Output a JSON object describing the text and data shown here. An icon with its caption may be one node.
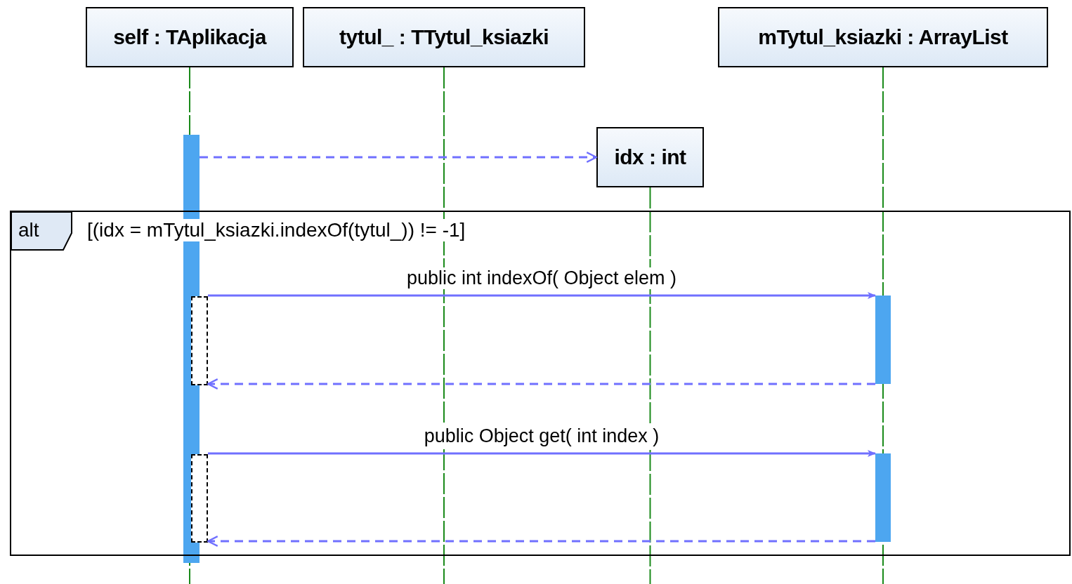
{
  "diagram": {
    "nodes": [
      {
        "text": [
          "self : TAplikacja"
        ]
      },
      {
        "text": [
          "tytul_ : TTytul_ksiazki"
        ]
      },
      {
        "text": [
          "mTytul_ksiazki : ArrayList"
        ]
      },
      {
        "text": [],
        "shape": "bar"
      },
      {
        "text": [
          "idx : int"
        ]
      },
      {
        "text": [
          "alt",
          "[(idx = mTytul_ksiazki.indexOf(tytul_)) != -1]"
        ]
      },
      {
        "text": [],
        "shape": "box",
        "in": 5
      },
      {
        "text": [],
        "shape": "bar",
        "in": 5
      },
      {
        "text": [],
        "shape": "box",
        "in": 5
      },
      {
        "text": [],
        "shape": "bar",
        "in": 5
      }
    ],
    "edges": [
      {
        "from": 3,
        "to": 4,
        "arrow": "to",
        "style": "dashed"
      },
      {
        "from": 6,
        "to": 7,
        "arrow": "to",
        "label": "public int indexOf( Object elem )"
      },
      {
        "from": 7,
        "to": 6,
        "arrow": "to",
        "style": "dashed"
      },
      {
        "from": 8,
        "to": 9,
        "arrow": "to",
        "label": "public Object get( int index )"
      },
      {
        "from": 9,
        "to": 8,
        "arrow": "to",
        "style": "dashed"
      }
    ]
  }
}
